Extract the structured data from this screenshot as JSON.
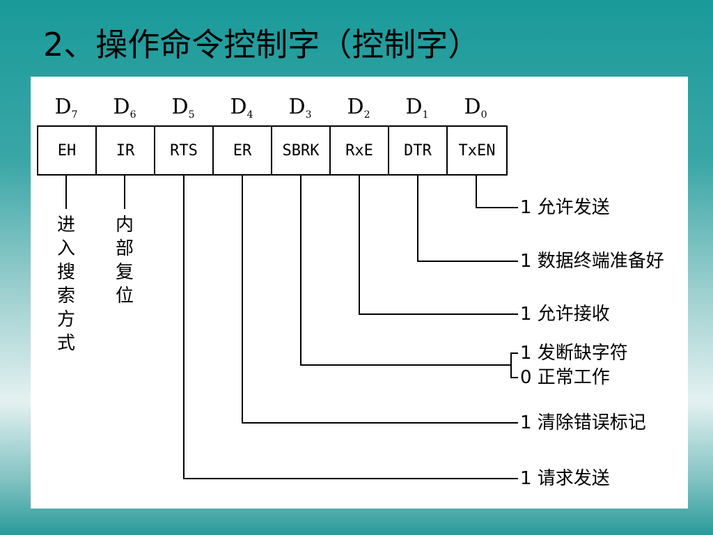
{
  "title": "2、操作命令控制字（控制字）",
  "bits": [
    {
      "label": "D",
      "sub": "7",
      "field": "EH"
    },
    {
      "label": "D",
      "sub": "6",
      "field": "IR"
    },
    {
      "label": "D",
      "sub": "5",
      "field": "RTS"
    },
    {
      "label": "D",
      "sub": "4",
      "field": "ER"
    },
    {
      "label": "D",
      "sub": "3",
      "field": "SBRK"
    },
    {
      "label": "D",
      "sub": "2",
      "field": "RxE"
    },
    {
      "label": "D",
      "sub": "1",
      "field": "DTR"
    },
    {
      "label": "D",
      "sub": "0",
      "field": "TxEN"
    }
  ],
  "vertical_notes": {
    "eh": "进入搜索方式",
    "ir": "内部复位"
  },
  "annotations": {
    "txen": "1 允许发送",
    "dtr": "1 数据终端准备好",
    "rxe": "1 允许接收",
    "sbrk_1": "1 发断缺字符",
    "sbrk_0": "0 正常工作",
    "er": "1 清除错误标记",
    "rts": "1 请求发送"
  }
}
